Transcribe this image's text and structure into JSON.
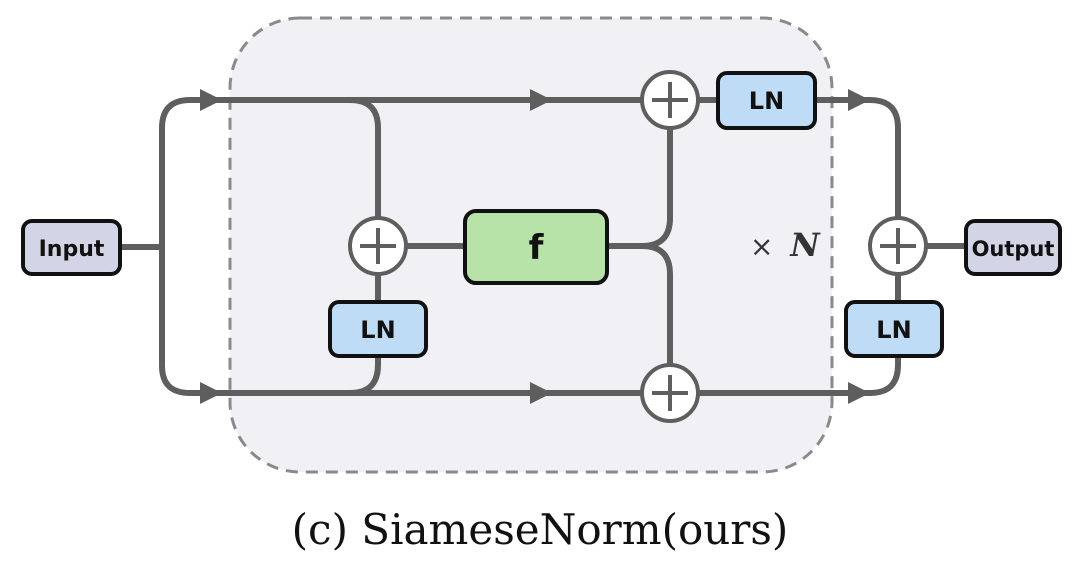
{
  "nodes": {
    "input": "Input",
    "output": "Output",
    "f": "f",
    "ln": "LN"
  },
  "block": {
    "repeat_symbol": "×",
    "repeat_var": "N"
  },
  "caption": "(c) SiameseNorm(ours)",
  "colors": {
    "io_fill": "#d3d4e6",
    "ln_fill": "#bfdcf7",
    "f_fill": "#b7e2a8",
    "edge": "#5e5e5e",
    "block_fill": "#f1f0f5",
    "block_border": "#8a8a8a"
  }
}
